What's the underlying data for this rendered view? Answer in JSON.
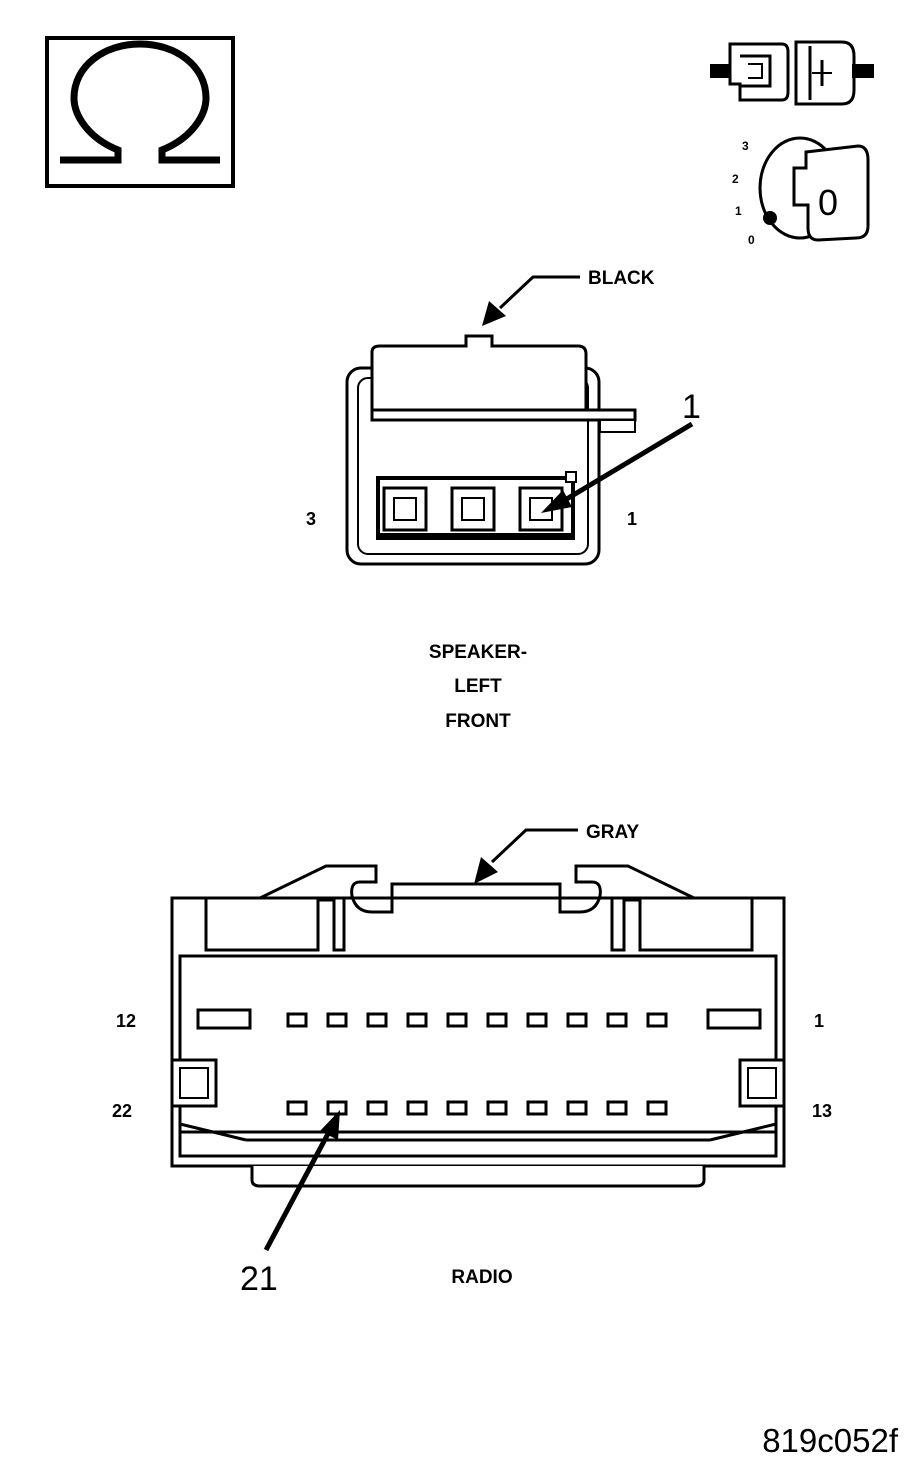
{
  "icons": {
    "ohm": "ohm-meter-icon",
    "disconnect": "disconnect-connector-icon",
    "ignition": "ignition-key-off-icon"
  },
  "ignition_positions": [
    "3",
    "2",
    "1",
    "0"
  ],
  "ignition_key_label": "0",
  "speaker_connector": {
    "color_label": "BLACK",
    "pin_left": "3",
    "pin_right": "1",
    "callout": "1",
    "name_lines": [
      "SPEAKER-",
      "LEFT",
      "FRONT"
    ]
  },
  "radio_connector": {
    "color_label": "GRAY",
    "row1_left": "12",
    "row1_right": "1",
    "row2_left": "22",
    "row2_right": "13",
    "callout": "21",
    "name": "RADIO"
  },
  "figure_id": "819c052f"
}
